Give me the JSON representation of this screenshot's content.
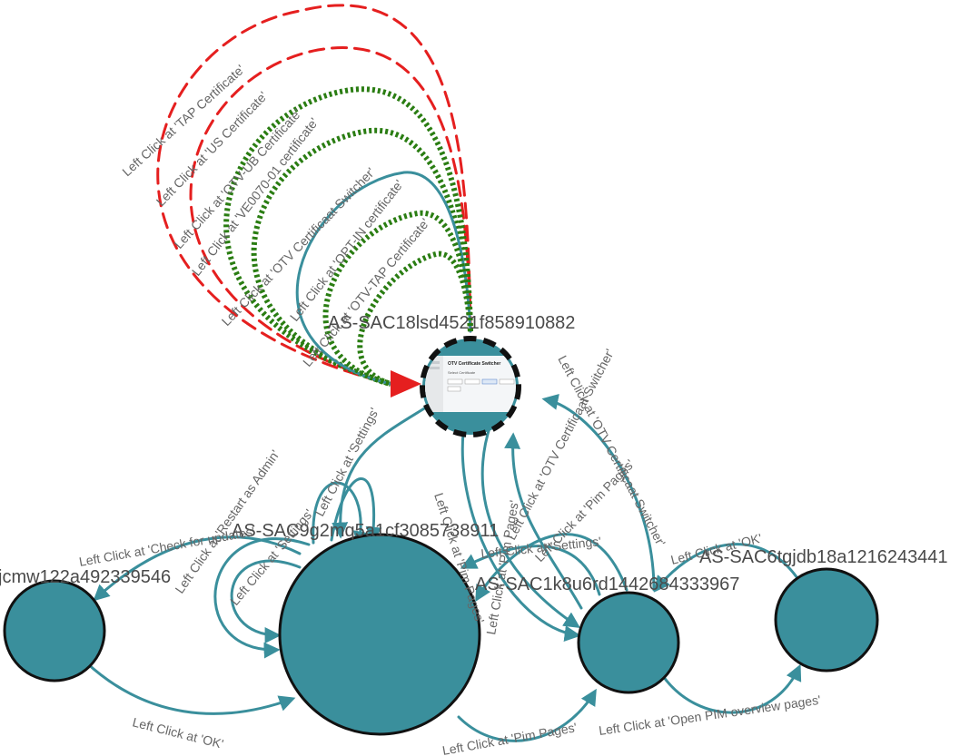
{
  "colors": {
    "node_fill": "#3a8f9c",
    "edge_default": "#3a8f9c",
    "edge_red": "#e51f1f",
    "edge_green": "#2a7d12",
    "label": "#666666"
  },
  "nodes": {
    "sac18": "AS-SAC18lsd4521f858910882",
    "sac9": "AS-SAC9g2mq5a1cf3085738911",
    "jcmw": "jcmw122a492339546",
    "sac1k": "AS-SAC1k8u6rd1442684333967",
    "sac6": "AS-SAC6tgjdb18a1216243441"
  },
  "thumbnail": {
    "title": "OTV Certificate Switcher",
    "line": "Select Certificate"
  },
  "edges": {
    "tap_cert": "Left Click at 'TAP Certificate'",
    "us_cert": "Left Click at 'US Certificate'",
    "otv_ub": "Left Click at 'OTV-UB Certificate'",
    "ve0070": "Left Click at 'VE0070-01 certificate'",
    "otv_switcher": "Left Click at 'OTV Certificaat Switcher'",
    "otv_in": "Left Click at 'OPT-IN certificate'",
    "otv_tap": "Left Click at 'OTV-TAP Certificate'",
    "restart_admin": "Left Click at 'Restart as Admin'",
    "settings_top": "Left Click at 'Settings'",
    "check_updates": "Left Click at 'Check for updates'",
    "settings_mid": "Left Click at 'Settings'",
    "ok_bottom": "Left Click at 'OK'",
    "pim_pages_a": "Left Click at 'Pim Pages'",
    "pim_pages_b": "Left Click at 'Pim Pages'",
    "settings_c": "Left Click at 'Settings'",
    "otv_switcher_b": "Left Click at 'OTV Certificaat Switcher'",
    "otv_switcher_c": "Left Click at 'OTV Certificaat Switcher'",
    "pages_d": "Left Click at 'Pim Pages'",
    "ok_right": "Left Click at 'OK'",
    "pim_pages_bottom": "Left Click at 'Pim Pages'",
    "open_pim": "Left Click at 'Open PIM overview pages'"
  }
}
